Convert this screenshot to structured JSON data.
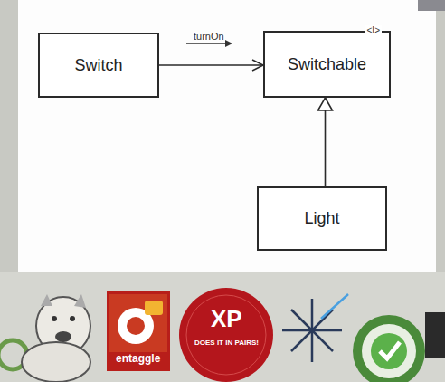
{
  "diagram": {
    "nodes": [
      {
        "text": [
          "Switch"
        ]
      },
      {
        "text": [
          "Switchable",
          "<I>"
        ]
      },
      {
        "text": [
          "Light"
        ]
      }
    ],
    "edges": [
      {
        "from": 0,
        "to": 1,
        "arrow": "to",
        "label": "turnOn"
      },
      {
        "from": 2,
        "to": 1,
        "arrow": "to"
      }
    ],
    "labels": [
      "entaggle",
      "XP",
      "DOES IT IN PAIRS!"
    ]
  }
}
